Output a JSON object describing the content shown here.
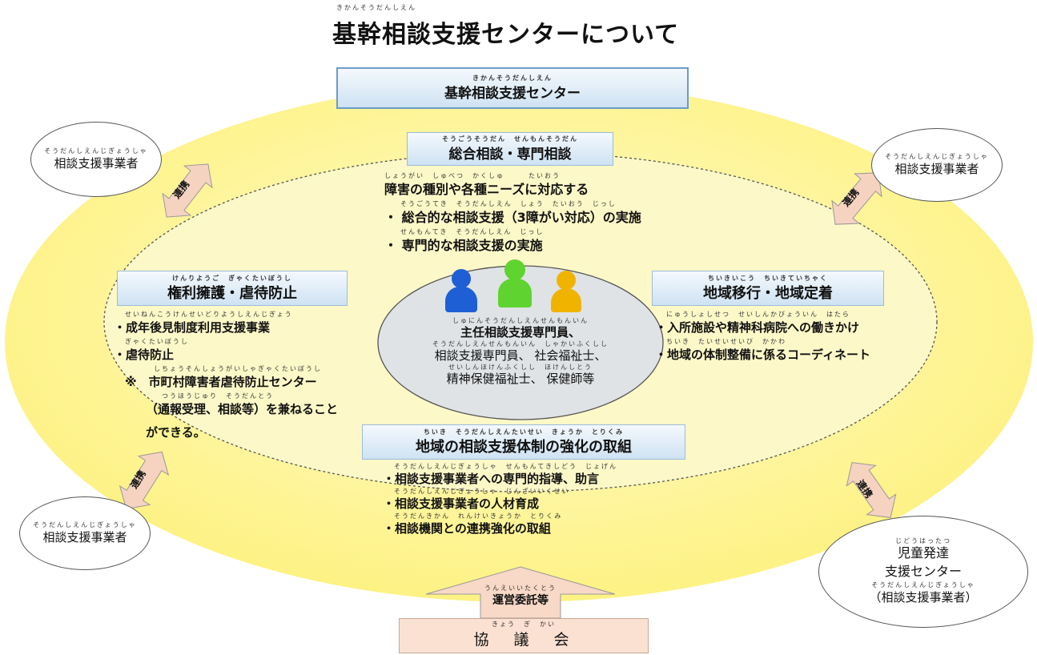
{
  "title": {
    "ruby": "きかんそうだんしえん",
    "text": "基幹相談支援センターについて"
  },
  "top_box": {
    "ruby": "きかんそうだんしえん",
    "label": "基幹相談支援センター"
  },
  "center": {
    "header_ruby": "そうごうそうだん　せんもんそうだん",
    "header": "総合相談・専門相談",
    "ruby1": "しょうがい　しゅべつ　かくしゅ　　　たいおう",
    "line1": "障害の種別や各種ニーズに対応する",
    "ruby2": "そうごうてき　そうだんしえん　しょう　たいおう　じっし",
    "bullet1": "総合的な相談支援（3障がい対応）の実施",
    "ruby3": "せんもんてき　そうだんしえん　じっし",
    "bullet2": "専門的な相談支援の実施",
    "staff_ruby1": "しゅにんそうだんしえんせんもんいん",
    "staff_line1": "主任相談支援専門員、",
    "staff_ruby2": "そうだんしえんせんもんいん　しゃかいふくしし",
    "staff_line2": "相談支援専門員、 社会福祉士、",
    "staff_ruby3": "せいしんほけんふくしし　ほけんしとう",
    "staff_line3": "精神保健福祉士、 保健師等"
  },
  "people_colors": [
    "#1f5fd6",
    "#5fd32f",
    "#f0b400"
  ],
  "left": {
    "header_ruby": "けんりようご　ぎゃくたいぼうし",
    "header": "権利擁護・虐待防止",
    "ruby1": "せいねんこうけんせいどりようしえんじぎょう",
    "item1": "・成年後見制度利用支援事業",
    "ruby2": "ぎゃくたいぼうし",
    "item2": "・虐待防止",
    "ruby3": "しちょうそんしょうがいしゃぎゃくたいぼうし",
    "note_mark": "※",
    "note1": "市町村障害者虐待防止センター",
    "ruby4": "つうほうじゅり　そうだんとう",
    "note2": "（通報受理、相談等）を兼ねること",
    "note3": "ができる。"
  },
  "right": {
    "header_ruby": "ちいきいこう　ちいきていちゃく",
    "header": "地域移行・地域定着",
    "ruby1": "にゅうしょしせつ　せいしんかびょういん　はたら",
    "item1": "・入所施設や精神科病院への働きかけ",
    "ruby2": "ちいき　たいせいせいび　かかわ",
    "item2": "・地域の体制整備に係るコーディネート"
  },
  "bottom": {
    "header_ruby": "ちいき　そうだんしえんたいせい　きょうか　とりくみ",
    "header": "地域の相談支援体制の強化の取組",
    "ruby1": "そうだんしえんじぎょうしゃ　せんもんてきしどう　じょげん",
    "item1": "・相談支援事業者への専門的指導、助言",
    "ruby2": "そうだんしえんじぎょうしゃ　じんざいいくせい",
    "item2": "・相談支援事業者の人材育成",
    "ruby3": "そうだんきかん　れんけいきょうか　とりくみ",
    "item3": "・相談機関との連携強化の取組"
  },
  "bubbles": {
    "top_left": {
      "ruby": "そうだんしえんじぎょうしゃ",
      "label": "相談支援事業者"
    },
    "top_right": {
      "ruby": "そうだんしえんじぎょうしゃ",
      "label": "相談支援事業者"
    },
    "bottom_left": {
      "ruby": "そうだんしえんじぎょうしゃ",
      "label": "相談支援事業者"
    },
    "bottom_right": {
      "ruby1": "じどうはったつ",
      "line1": "児童発達",
      "line2": "支援センター",
      "ruby2": "そうだんしえんじぎょうしゃ",
      "line3": "（相談支援事業者）"
    }
  },
  "arrows": {
    "top_left": "連携",
    "top_right": "連携",
    "bottom_left": "連携",
    "bottom_right": "連携"
  },
  "entrust": {
    "ruby": "うんえいいたくとう",
    "label": "運営委託等"
  },
  "council": {
    "ruby": "きょう　ぎ　かい",
    "label": "協　議　会"
  },
  "colors": {
    "ellipse": "#fdf59a",
    "inner": "#fdf7c4",
    "header_bg": "#cfe2f3",
    "arrow": "#f8d6c3",
    "council_bg": "#fbe1d2"
  }
}
